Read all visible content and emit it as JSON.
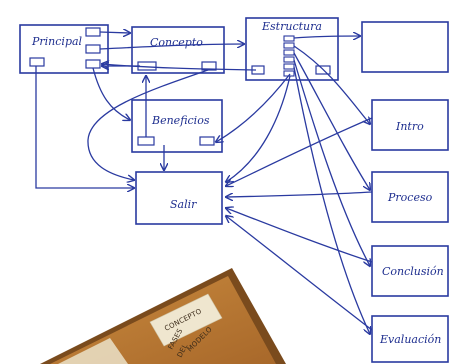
{
  "diagram": {
    "boxes": {
      "principal": "Principal",
      "concepto": "Concepto",
      "estructura": "Estructura",
      "beneficios": "Beneficios",
      "salir": "Salir",
      "intro": "Intro",
      "proceso": "Proceso",
      "conclusion": "Conclusión",
      "evaluacion": "Evaluación"
    },
    "photo": {
      "note_title": "CONCEPTO",
      "note_line1": "FASES",
      "note_line2": "DEL",
      "note_line3": "MODELO"
    }
  },
  "colors": {
    "ink": "#2a3aa0",
    "paper": "#ffffff"
  }
}
